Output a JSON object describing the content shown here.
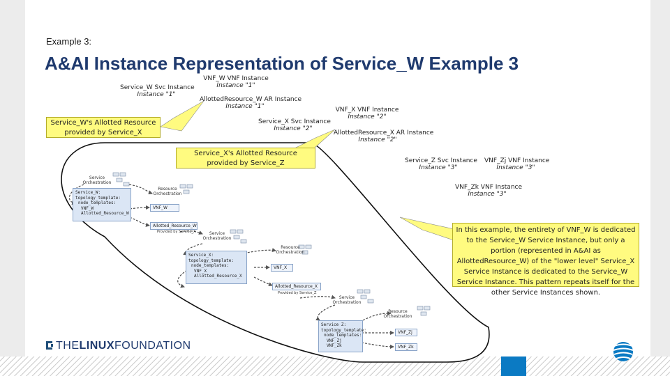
{
  "header": {
    "label": "Example 3:",
    "title": "A&AI Instance Representation of Service_W Example 3"
  },
  "instances": {
    "service_w": [
      "Service_W Svc Instance",
      "Instance \"1\""
    ],
    "vnf_w": [
      "VNF_W VNF Instance",
      "Instance \"1\""
    ],
    "ar_w": [
      "AllottedResource_W AR Instance",
      "Instance \"1\""
    ],
    "service_x": [
      "Service_X Svc Instance",
      "Instance \"2\""
    ],
    "vnf_x": [
      "VNF_X VNF Instance",
      "Instance \"2\""
    ],
    "ar_x": [
      "AllottedResource_X AR Instance",
      "Instance \"2\""
    ],
    "service_z": [
      "Service_Z Svc Instance",
      "Instance \"3\""
    ],
    "vnf_zj": [
      "VNF_Zj VNF Instance",
      "Instance \"3\""
    ],
    "vnf_zk": [
      "VNF_Zk VNF Instance",
      "Instance \"3\""
    ]
  },
  "callouts": {
    "w_allotted": "Service_W's Allotted Resource provided by Service_X",
    "x_allotted": "Service_X's Allotted Resource provided by Service_Z",
    "explanation": "In this example, the entirety of VNF_W is dedicated to the Service_W Service Instance, but only a portion (represented in A&AI as AllottedResource_W) of the \"lower level\" Service_X Service Instance is dedicated to the Service_W Service Instance. This pattern repeats itself for the other Service Instances shown."
  },
  "inset": {
    "service_orch_1": "Service Orchestration",
    "template_w": [
      "Service_W:",
      "topology_template:",
      "node_templates:",
      "VNF_W",
      "Allotted_Resource_W"
    ],
    "resource_orch_1": "Resource Orchestration",
    "vnf_w_box": "VNF_W",
    "allotted_w_box": "Allotted_Resource_W",
    "provided_x": "Provided by Service_X",
    "service_orch_2": "Service Orchestration",
    "template_x": [
      "Service_X:",
      "topology_template:",
      "node_templates:",
      "VNF_X",
      "Allotted_Resource_X"
    ],
    "resource_orch_2": "Resource Orchestration",
    "vnf_x_box": "VNF_X",
    "allotted_x_box": "Allotted_Resource_X",
    "provided_z": "Provided by Service_Z",
    "service_orch_3": "Service Orchestration",
    "template_z": [
      "Service Z:",
      "topology_template:",
      "node_templates:",
      "VNF_Zj",
      "VNF_Zk"
    ],
    "resource_orch_3": "Resource Orchestration",
    "vnf_zj_box": "VNF_Zj",
    "vnf_zk_box": "VNF_Zk"
  },
  "footer": {
    "logo_the": "THE",
    "logo_linux": "LINUX",
    "logo_foundation": "FOUNDATION"
  },
  "colors": {
    "title": "#1f3a6e",
    "blue_bar": "#0b7ac3",
    "green": "#cfe9b8",
    "yellow": "#fffb80"
  }
}
